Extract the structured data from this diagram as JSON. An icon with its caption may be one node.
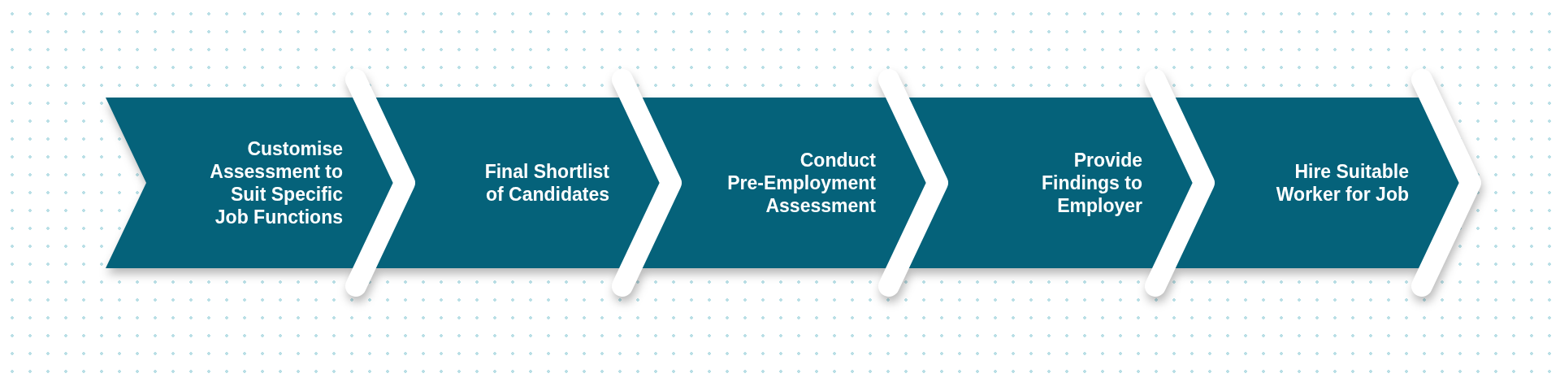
{
  "diagram": {
    "nodes": [
      {
        "text": [
          "Customise Assessment to Suit Specific Job Functions"
        ]
      },
      {
        "text": [
          "Final Shortlist of Candidates"
        ]
      },
      {
        "text": [
          "Conduct Pre-Employment Assessment"
        ]
      },
      {
        "text": [
          "Provide Findings to Employer"
        ]
      },
      {
        "text": [
          "Hire Suitable Worker for Job"
        ]
      }
    ]
  }
}
